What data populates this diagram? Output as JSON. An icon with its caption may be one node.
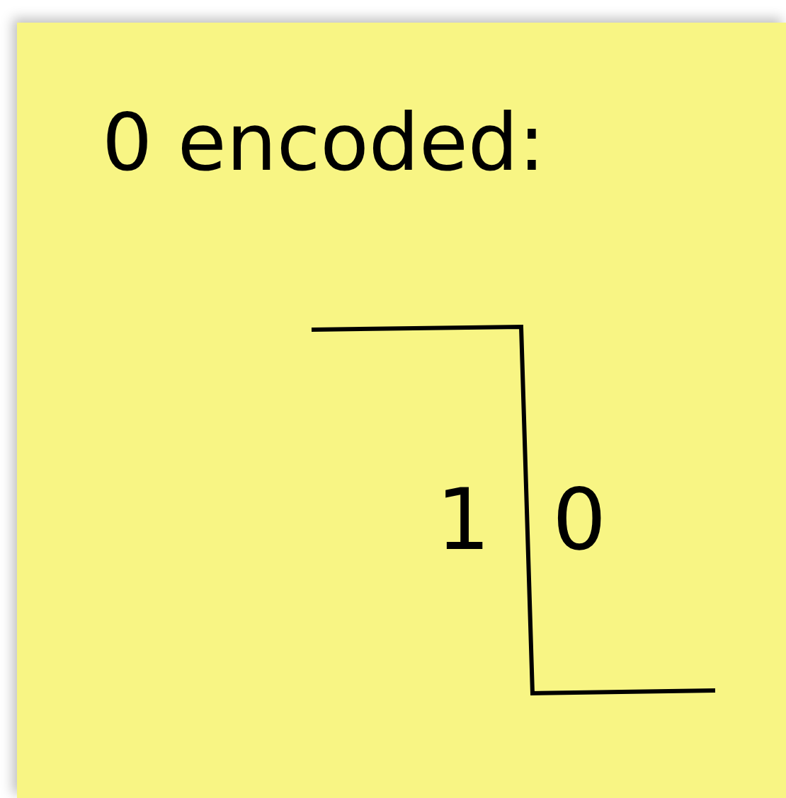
{
  "diagram": {
    "title": "0 encoded:",
    "labels": [
      "1",
      "0"
    ]
  }
}
